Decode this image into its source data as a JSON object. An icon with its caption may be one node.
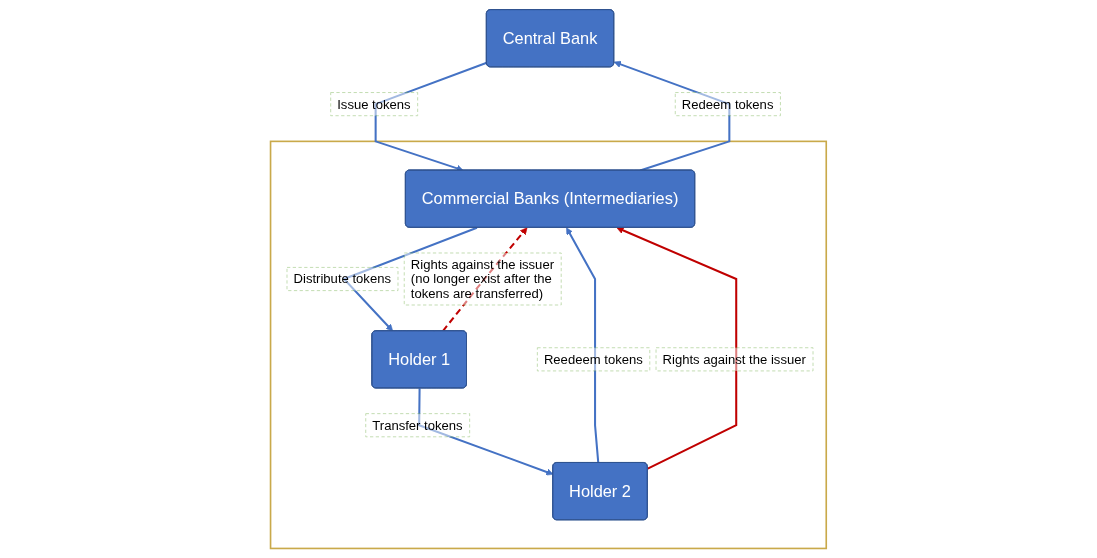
{
  "diagram": {
    "nodes": [
      {
        "text": [
          "Central Bank"
        ]
      },
      {
        "text": [],
        "shape": "box"
      },
      {
        "text": [
          "Commercial Banks (Intermediaries)"
        ],
        "in": 1
      },
      {
        "text": [
          "Holder 1"
        ],
        "in": 1
      },
      {
        "text": [
          "Holder 2"
        ],
        "in": 1
      }
    ],
    "edges": [
      {
        "from": 0,
        "to": 2,
        "arrow": "to",
        "label": "Issue tokens"
      },
      {
        "from": 2,
        "to": 0,
        "arrow": "to",
        "label": "Redeem tokens"
      },
      {
        "from": 2,
        "to": 3,
        "arrow": "to",
        "label": "Distribute tokens"
      },
      {
        "from": 3,
        "to": 4,
        "arrow": "to",
        "label": "Transfer tokens"
      },
      {
        "from": 4,
        "to": 2,
        "arrow": "to",
        "label": "Reedeem tokens"
      },
      {
        "from": 3,
        "to": 2,
        "arrow": "to",
        "label": "Rights against the issuer (no longer exist after the tokens are transferred)",
        "style": "dashed",
        "color": "#c00000"
      },
      {
        "from": 4,
        "to": 2,
        "arrow": "to",
        "label": "Rights against the issuer",
        "color": "#c00000"
      }
    ]
  }
}
